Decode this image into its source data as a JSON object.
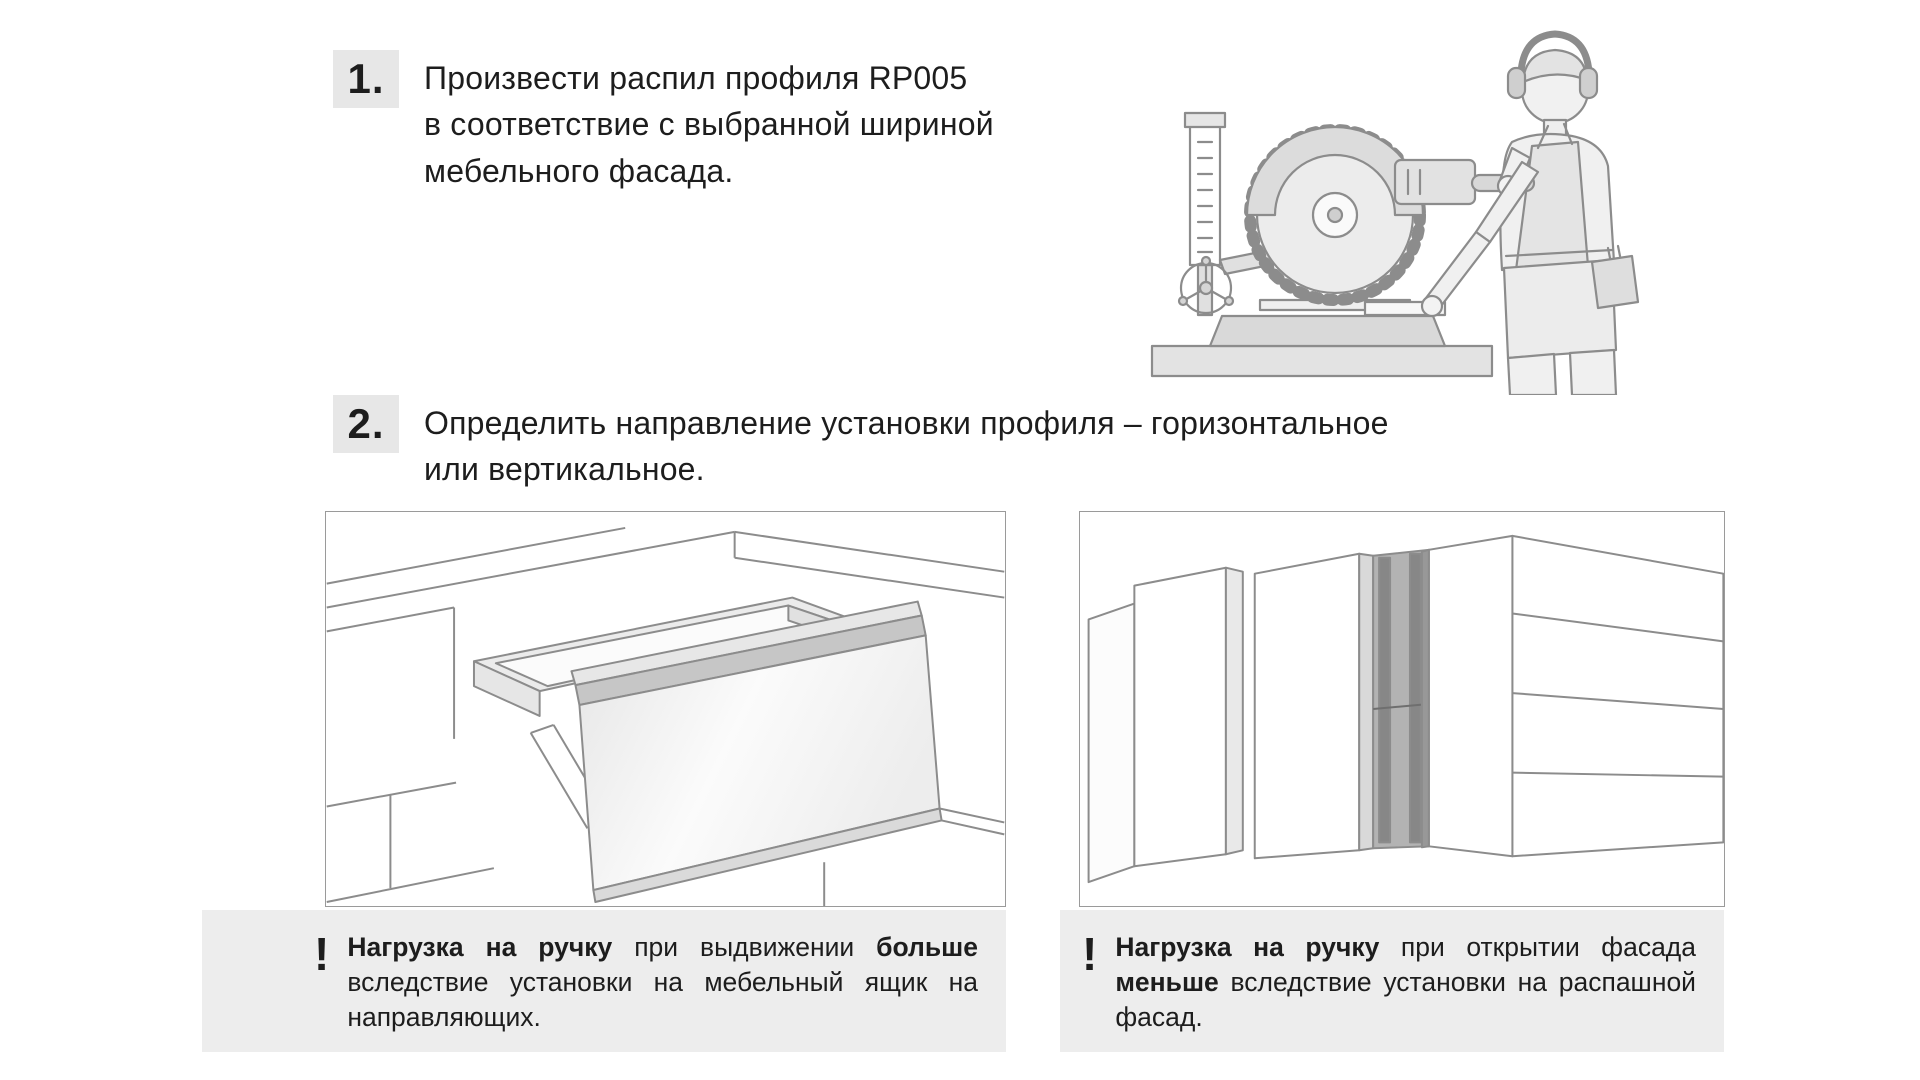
{
  "colors": {
    "text": "#1d1d1d",
    "badge-bg": "#e7e7e7",
    "note-bg": "#ededed",
    "line": "#8c8c8c",
    "border": "#9a9a9a"
  },
  "steps": [
    {
      "number": "1.",
      "text": "Произвести распил профиля RP005\nв соответствие с выбранной шириной\nмебельного фасада."
    },
    {
      "number": "2.",
      "text": "Определить направление установки профиля – горизонтальное\nили вертикальное."
    }
  ],
  "notes": [
    {
      "mark": "!",
      "segments": [
        {
          "text": "Нагрузка на ручку"
        },
        {
          "text": " при выдвижении "
        },
        {
          "text": "больше"
        },
        {
          "text": " вследствие установки на мебельный ящик на направляющих."
        }
      ]
    },
    {
      "mark": "!",
      "segments": [
        {
          "text": "Нагрузка на ручку"
        },
        {
          "text": " при открытии фасада "
        },
        {
          "text": "меньше"
        },
        {
          "text": " вследствие установки на распаш­ной фасад."
        }
      ]
    }
  ]
}
